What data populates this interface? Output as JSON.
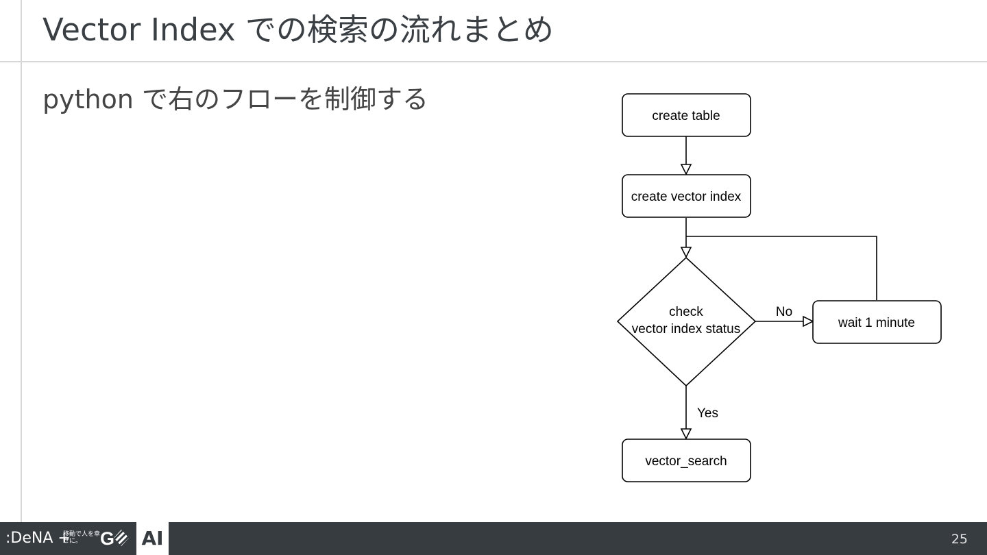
{
  "slide": {
    "title": "Vector Index での検索の流れまとめ",
    "subtitle": "python で右のフローを制御する",
    "page_number": "25"
  },
  "flowchart": {
    "nodes": [
      {
        "id": "create_table",
        "label": "create table",
        "shape": "rounded-rect"
      },
      {
        "id": "create_vector_index",
        "label": "create vector index",
        "shape": "rounded-rect"
      },
      {
        "id": "check_status",
        "label_lines": [
          "check",
          "vector index status"
        ],
        "shape": "diamond"
      },
      {
        "id": "wait",
        "label": "wait 1 minute",
        "shape": "rounded-rect"
      },
      {
        "id": "vector_search",
        "label": "vector_search",
        "shape": "rounded-rect"
      }
    ],
    "edges": [
      {
        "from": "create_table",
        "to": "create_vector_index",
        "label": ""
      },
      {
        "from": "create_vector_index",
        "to": "check_status",
        "label": ""
      },
      {
        "from": "check_status",
        "to": "wait",
        "label": "No"
      },
      {
        "from": "wait",
        "to": "check_status",
        "label": ""
      },
      {
        "from": "check_status",
        "to": "vector_search",
        "label": "Yes"
      }
    ]
  },
  "footer": {
    "brand": ":DeNA +",
    "tagline": "移動で人を幸せに。",
    "go_logo": "G",
    "ai_label": "AI"
  }
}
